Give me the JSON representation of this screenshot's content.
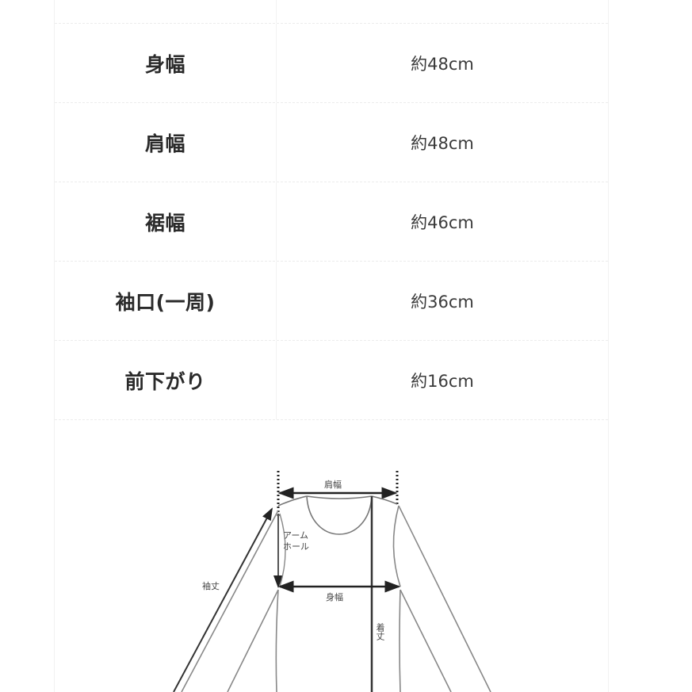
{
  "size_table": {
    "rows": [
      {
        "label": "",
        "value": ""
      },
      {
        "label": "身幅",
        "value": "約48cm"
      },
      {
        "label": "肩幅",
        "value": "約48cm"
      },
      {
        "label": "裾幅",
        "value": "約46cm"
      },
      {
        "label": "袖口(一周)",
        "value": "約36cm"
      },
      {
        "label": "前下がり",
        "value": "約16cm"
      }
    ]
  },
  "diagram": {
    "labels": {
      "shoulder_width": "肩幅",
      "armhole_line1": "アーム",
      "armhole_line2": "ホール",
      "sleeve_length": "袖丈",
      "body_width": "身幅",
      "length": "着丈"
    },
    "line_color": "#555555",
    "arrow_color": "#222222"
  }
}
